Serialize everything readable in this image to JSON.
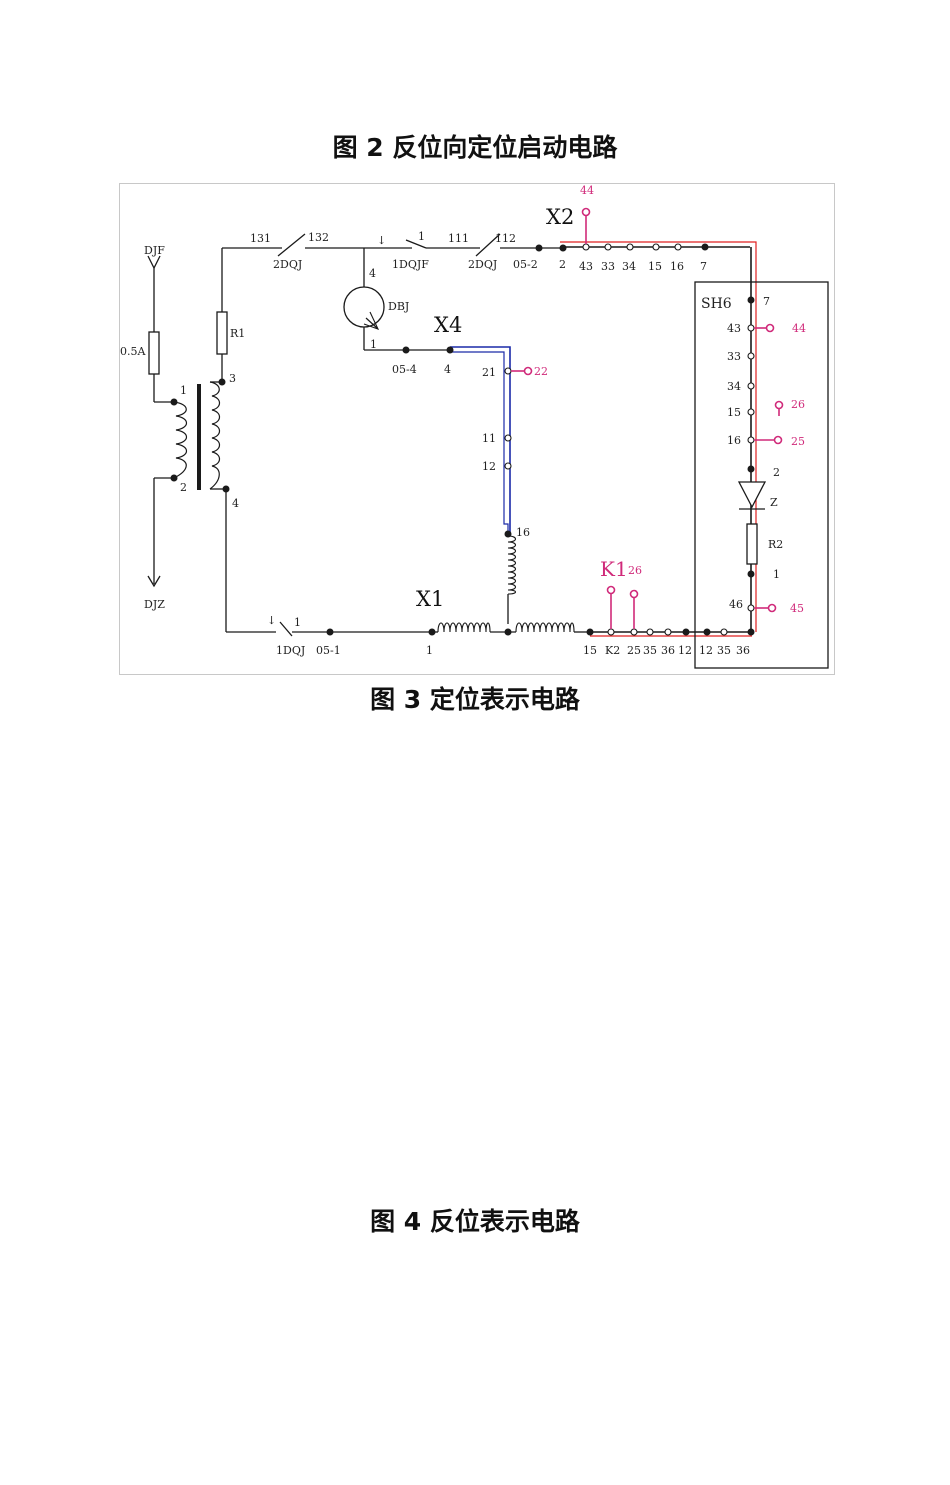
{
  "captions": {
    "fig2": "图 2 反位向定位启动电路",
    "fig3": "图 3 定位表示电路",
    "fig4": "图 4 反位表示电路"
  },
  "colors": {
    "wire": "#1a1a1a",
    "highlight_red": "#e02020",
    "highlight_blue": "#1a2aa8",
    "terminal_pink": "#d02a7a"
  },
  "diagram": {
    "source_labels": {
      "djf": "DJF",
      "djz": "DJZ",
      "fuse": "0.5A",
      "r1": "R1"
    },
    "transformer_pins": [
      "1",
      "2",
      "3",
      "4"
    ],
    "top_line": {
      "c131": "131",
      "c132": "132",
      "dqj2_a": "2DQJ",
      "dqjf_pin": "1",
      "dqjf": "1DQJF",
      "c111": "111",
      "c112": "112",
      "dqj2_b": "2DQJ",
      "t052": "05-2",
      "t2": "2"
    },
    "x2": {
      "label": "X2",
      "top_term": "44",
      "terms": [
        "43",
        "33",
        "34",
        "15",
        "16",
        "7"
      ]
    },
    "dbj": {
      "label": "DBJ",
      "pin4": "4",
      "pin1": "1"
    },
    "x4": {
      "label": "X4",
      "t054": "05-4",
      "t4": "4",
      "t21": "21",
      "t22": "22",
      "t11": "11",
      "t12": "12",
      "t16": "16"
    },
    "sh6": {
      "label": "SH6",
      "t7": "7",
      "t43": "43",
      "t44": "44",
      "t33": "33",
      "t34": "34",
      "t15": "15",
      "t26": "26",
      "t16": "16",
      "t25": "25",
      "t2": "2",
      "diode": "Z",
      "r2": "R2",
      "t1": "1",
      "t46": "46",
      "t45": "45"
    },
    "bottom_line": {
      "dqj1_pin": "1",
      "dqj1": "1DQJ",
      "t051": "05-1",
      "x1": "X1",
      "x1_pin": "1",
      "k1": "K1",
      "k1_26": "26",
      "terms": [
        "15",
        "K2",
        "25",
        "35",
        "36",
        "12",
        "12",
        "35",
        "36"
      ]
    }
  }
}
